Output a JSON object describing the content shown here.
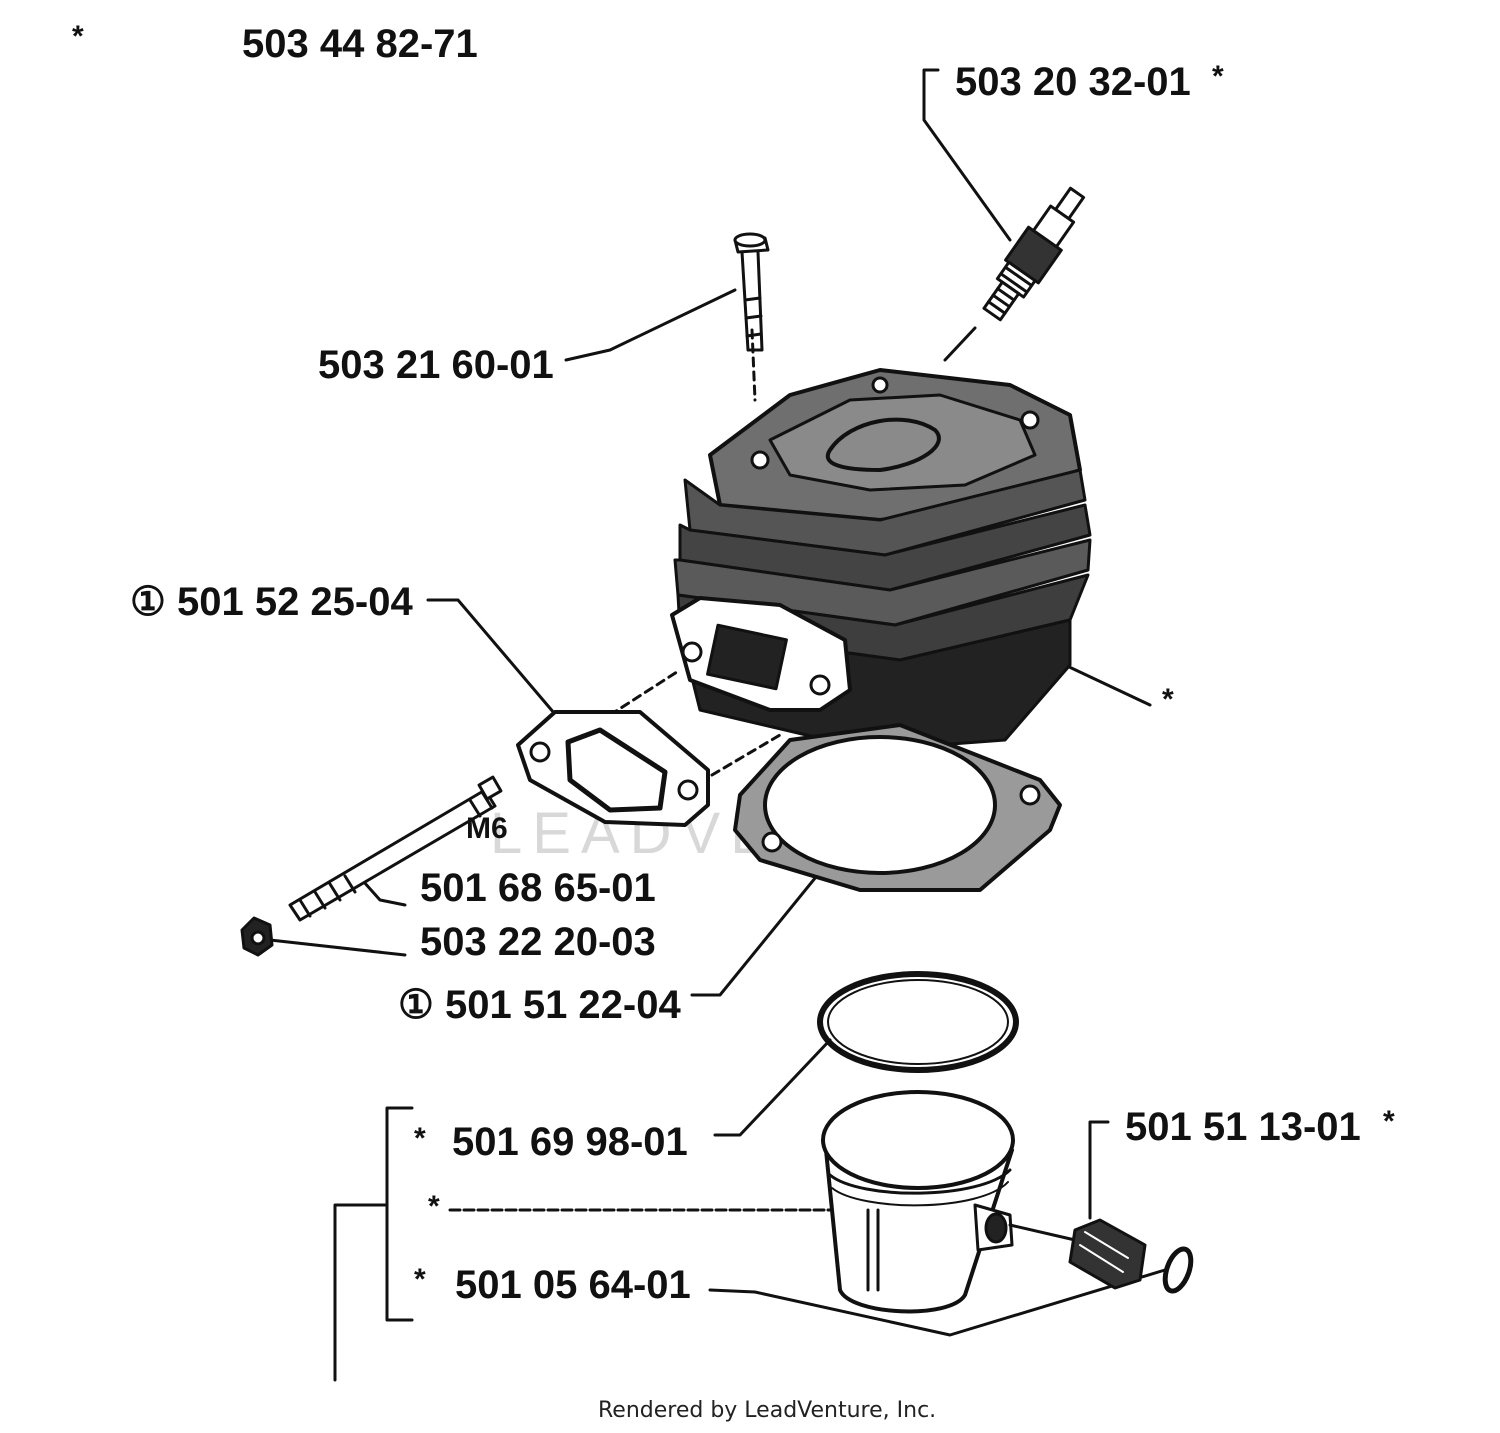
{
  "diagram": {
    "labels": {
      "top_star": "*",
      "kit_number": "503 44 82-71",
      "spark_plug": "503 20 32-01",
      "spark_plug_star": "*",
      "cylinder_bolt": "503 21 60-01",
      "exhaust_gasket": "① 501 52 25-04",
      "cylinder_star": "*",
      "thread_size": "M6",
      "stud": "501 68 65-01",
      "nut": "503 22 20-03",
      "base_gasket": "① 501 51 22-04",
      "piston_ring": "501 69 98-01",
      "ring_star": "*",
      "piston_star": "*",
      "pin_bearing": "501 51 13-01",
      "bearing_star": "*",
      "piston_pin": "501 05 64-01",
      "pin_star": "*"
    },
    "watermark": "LEADVENTURE",
    "credit": "Rendered by LeadVenture, Inc."
  },
  "colors": {
    "ink": "#111111",
    "watermark": "#d8d8d8"
  }
}
